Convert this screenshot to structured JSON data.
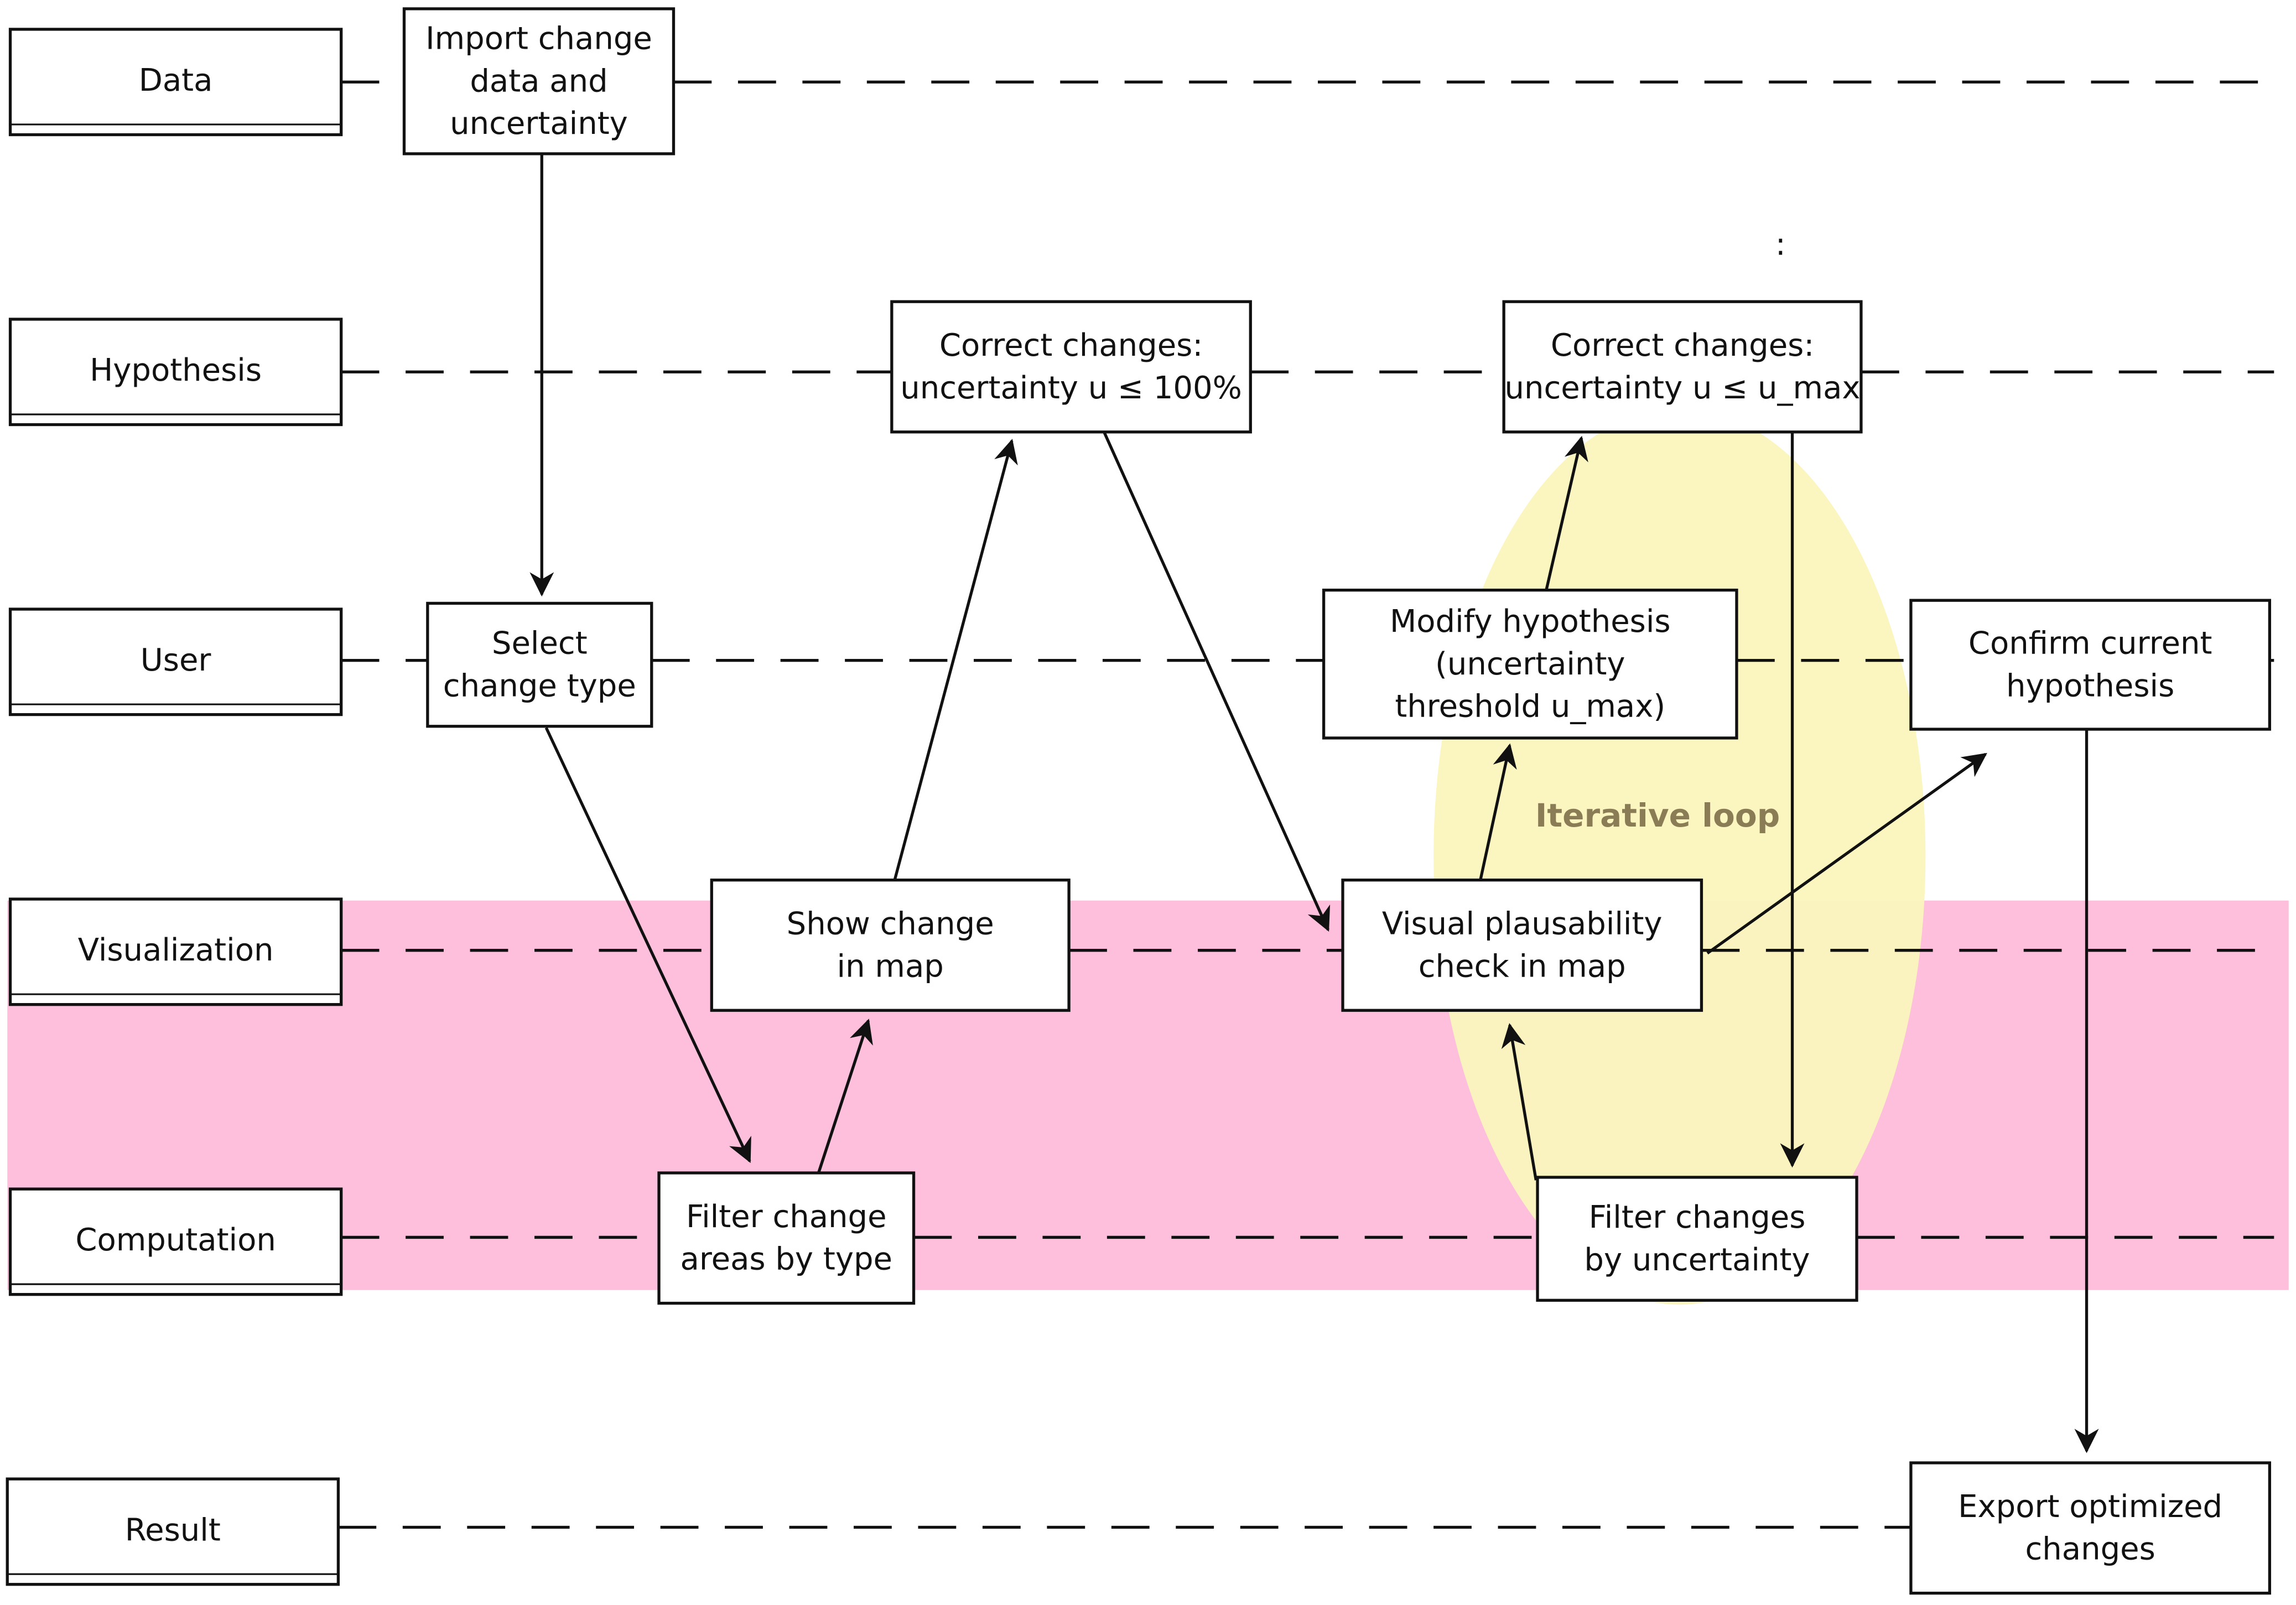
{
  "colors": {
    "highlight_band": "#fdbfdc",
    "iterative_loop": "#fbf6bd",
    "loop_label": "#8a7d55",
    "stroke": "#111111",
    "text": "#111111"
  },
  "lanes": [
    {
      "id": "data",
      "label": "Data"
    },
    {
      "id": "hypothesis",
      "label": "Hypothesis"
    },
    {
      "id": "user",
      "label": "User"
    },
    {
      "id": "visualization",
      "label": "Visualization"
    },
    {
      "id": "computation",
      "label": "Computation"
    },
    {
      "id": "result",
      "label": "Result"
    }
  ],
  "steps": [
    {
      "id": "import",
      "lines": [
        "Import change",
        "data and",
        "uncertainty"
      ]
    },
    {
      "id": "select-type",
      "lines": [
        "Select",
        "change type"
      ]
    },
    {
      "id": "filter-type",
      "lines": [
        "Filter change",
        "areas by type"
      ]
    },
    {
      "id": "show-map",
      "lines": [
        "Show change",
        "in map"
      ]
    },
    {
      "id": "correct-100",
      "lines": [
        "Correct changes:",
        "uncertainty u ≤ 100%"
      ]
    },
    {
      "id": "plausibility",
      "lines": [
        "Visual plausability",
        "check in map"
      ]
    },
    {
      "id": "modify",
      "lines": [
        "Modify hypothesis",
        "(uncertainty",
        "threshold u_max)"
      ]
    },
    {
      "id": "correct-umax",
      "lines": [
        "Correct changes:",
        "uncertainty u ≤ u_max"
      ]
    },
    {
      "id": "filter-uncert",
      "lines": [
        "Filter changes",
        "by uncertainty"
      ]
    },
    {
      "id": "confirm",
      "lines": [
        "Confirm current",
        "hypothesis"
      ]
    },
    {
      "id": "export",
      "lines": [
        "Export optimized",
        "changes"
      ]
    }
  ],
  "loop_label": "Iterative loop",
  "stray_mark": ":"
}
